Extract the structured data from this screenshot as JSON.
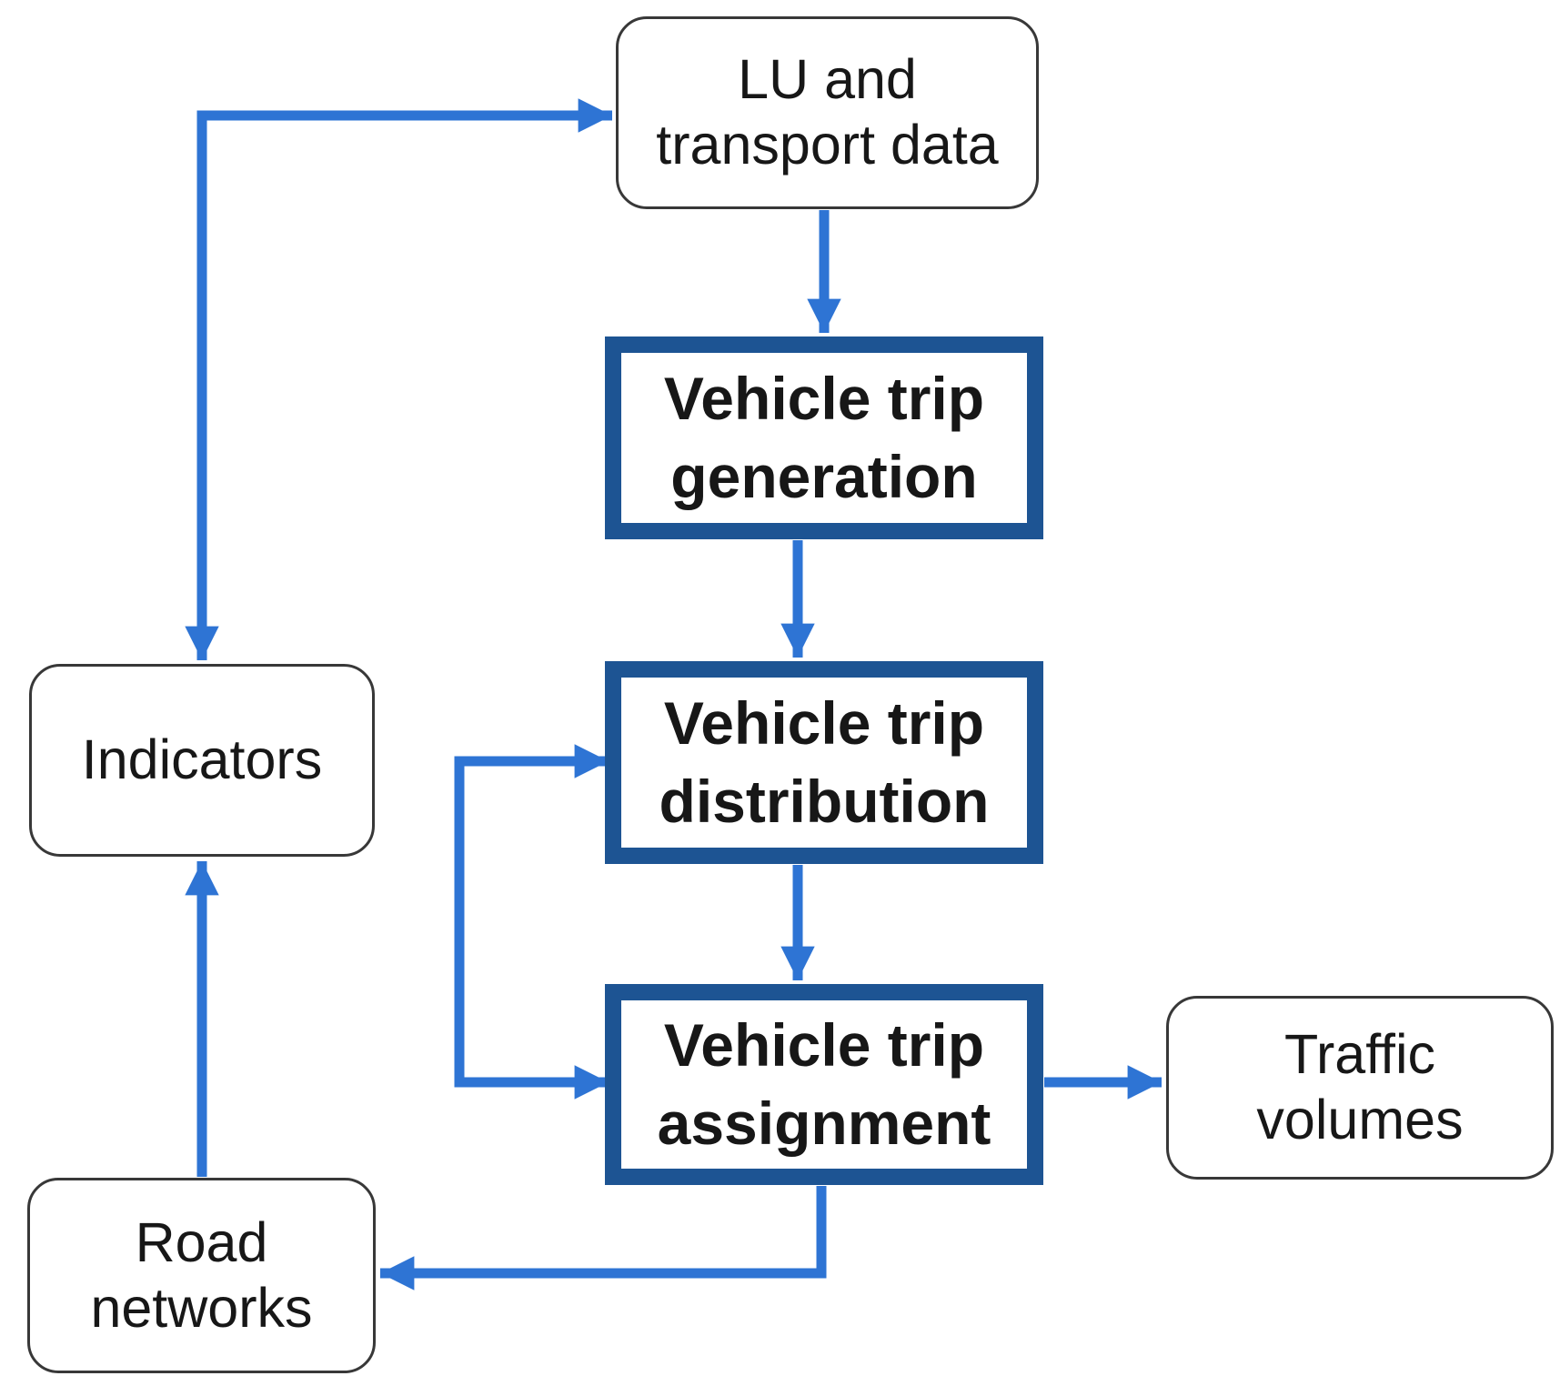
{
  "diagram": {
    "type": "flowchart",
    "description": "Four-step travel demand model loop linking land-use data, vehicle trip modelling stages, traffic volumes, road networks and indicators",
    "nodes": {
      "lu_data": {
        "label": "LU and\ntransport data",
        "shape": "rounded-rectangle",
        "border": "thin-dark"
      },
      "generation": {
        "label": "Vehicle trip\ngeneration",
        "shape": "rectangle",
        "border": "thick-blue"
      },
      "distribution": {
        "label": "Vehicle trip\ndistribution",
        "shape": "rectangle",
        "border": "thick-blue"
      },
      "assignment": {
        "label": "Vehicle trip\nassignment",
        "shape": "rectangle",
        "border": "thick-blue"
      },
      "indicators": {
        "label": "Indicators",
        "shape": "rounded-rectangle",
        "border": "thin-dark"
      },
      "road_networks": {
        "label": "Road\nnetworks",
        "shape": "rounded-rectangle",
        "border": "thin-dark"
      },
      "traffic_volumes": {
        "label": "Traffic\nvolumes",
        "shape": "rounded-rectangle",
        "border": "thin-dark"
      }
    },
    "edges": [
      {
        "from": "indicators",
        "to": "lu_data",
        "style": "elbow",
        "heads": "both"
      },
      {
        "from": "lu_data",
        "to": "generation",
        "style": "straight",
        "heads": "end"
      },
      {
        "from": "generation",
        "to": "distribution",
        "style": "straight",
        "heads": "end"
      },
      {
        "from": "distribution",
        "to": "assignment",
        "style": "straight",
        "heads": "end"
      },
      {
        "from": "feedback-bracket",
        "to": "distribution and assignment",
        "style": "bracket",
        "heads": "both-ends-right"
      },
      {
        "from": "assignment",
        "to": "traffic_volumes",
        "style": "straight",
        "heads": "end"
      },
      {
        "from": "assignment",
        "to": "road_networks",
        "style": "elbow",
        "heads": "end"
      },
      {
        "from": "road_networks",
        "to": "indicators",
        "style": "straight",
        "heads": "end"
      }
    ],
    "colors": {
      "arrow": "#2E74D4",
      "process_border": "#1D5493",
      "rounded_border": "#383838",
      "text": "#171717",
      "background": "#FFFFFF"
    }
  }
}
